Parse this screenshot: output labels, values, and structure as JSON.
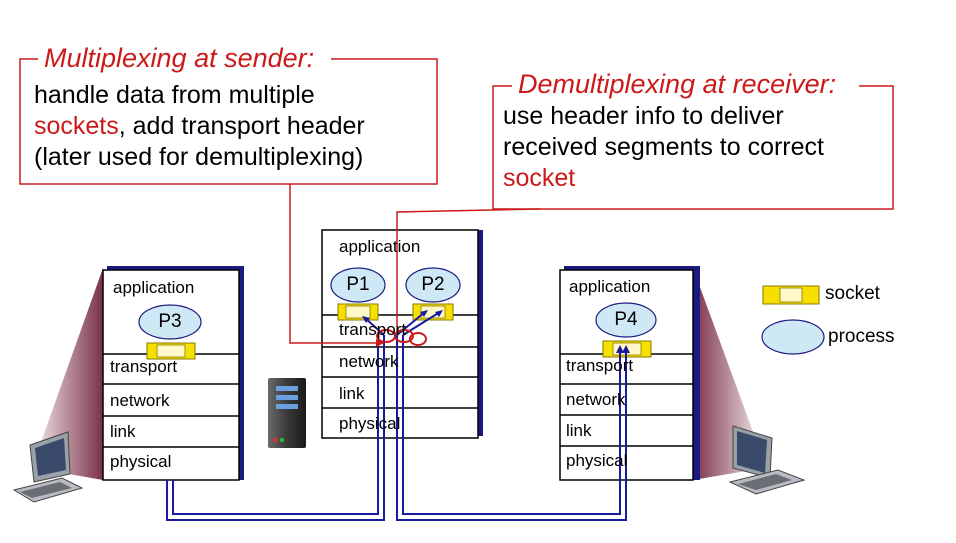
{
  "sender_callout": {
    "title": "Multiplexing at sender:",
    "line1": "handle data from multiple",
    "line2_highlight": "sockets",
    "line2_rest": ", add transport header",
    "line3": "(later used for demultiplexing)"
  },
  "receiver_callout": {
    "title": "Demultiplexing at receiver:",
    "line1": "use header info to deliver",
    "line2": "received segments to correct",
    "line3_highlight": "socket"
  },
  "left_host": {
    "application": "application",
    "process": "P3",
    "transport": "transport",
    "network": "network",
    "link": "link",
    "physical": "physical"
  },
  "middle_host": {
    "application": "application",
    "process1": "P1",
    "process2": "P2",
    "transport": "transport",
    "network": "network",
    "link": "link",
    "physical": "physical"
  },
  "right_host": {
    "application": "application",
    "process": "P4",
    "transport": "transport",
    "network": "network",
    "link": "link",
    "physical": "physical"
  },
  "legend": {
    "socket": "socket",
    "process": "process"
  },
  "colors": {
    "callout_red": "#cc1a1a",
    "socket_yellow": "#f5e000",
    "process_fill": "#cfe8f5",
    "link_blue": "#1a1aa0",
    "stack_shadow": "#1a1a80",
    "cone": "#8b4a5a"
  }
}
